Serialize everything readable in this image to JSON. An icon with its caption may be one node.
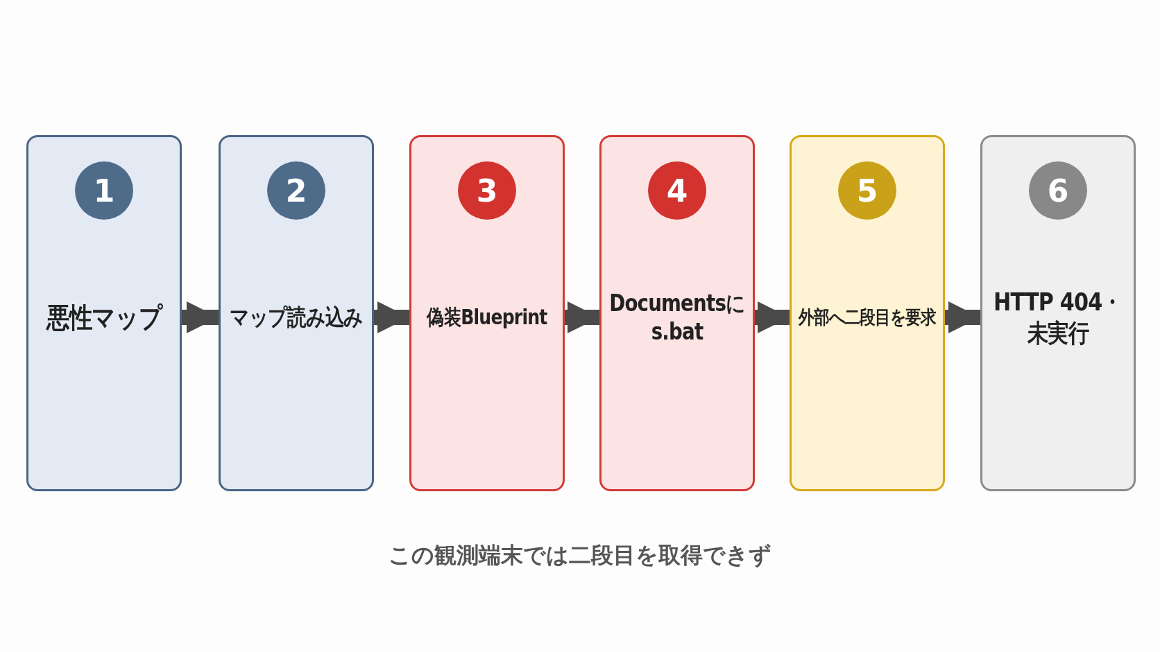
{
  "diagram": {
    "nodes": [
      {
        "text": [
          "1",
          "悪性マップ"
        ]
      },
      {
        "text": [
          "2",
          "マップ読み込み"
        ]
      },
      {
        "text": [
          "3",
          "偽装Blueprint"
        ]
      },
      {
        "text": [
          "4",
          "Documentsにs.bat"
        ]
      },
      {
        "text": [
          "5",
          "外部へ二段目を要求"
        ]
      },
      {
        "text": [
          "6",
          "HTTP 404・未実行"
        ]
      }
    ],
    "edges": [
      {
        "from": 0,
        "to": 1,
        "arrow": "to"
      },
      {
        "from": 1,
        "to": 2,
        "arrow": "to"
      },
      {
        "from": 2,
        "to": 3,
        "arrow": "to"
      },
      {
        "from": 3,
        "to": 4,
        "arrow": "to"
      },
      {
        "from": 4,
        "to": 5,
        "arrow": "to"
      }
    ],
    "caption": "この観測端末では二段目を取得できず"
  }
}
